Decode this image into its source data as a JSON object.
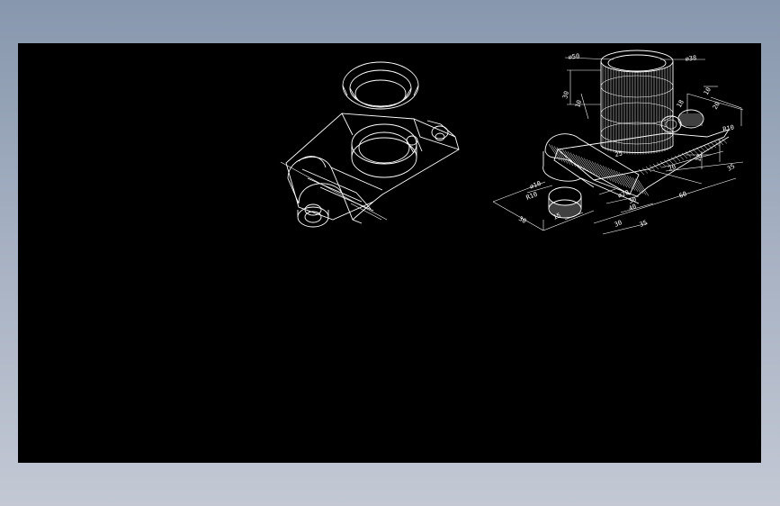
{
  "drawing": {
    "background": "#000000",
    "line_color": "#ffffff",
    "dimension_labels": [
      {
        "id": "d50",
        "text": "⌀50"
      },
      {
        "id": "d38",
        "text": "⌀38"
      },
      {
        "id": "d30v",
        "text": "30"
      },
      {
        "id": "d10a",
        "text": "10"
      },
      {
        "id": "d18",
        "text": "18"
      },
      {
        "id": "d25",
        "text": "25"
      },
      {
        "id": "d10b",
        "text": "10"
      },
      {
        "id": "dr10",
        "text": "R10"
      },
      {
        "id": "d20a",
        "text": "20"
      },
      {
        "id": "d35a",
        "text": "35"
      },
      {
        "id": "d20b",
        "text": "20"
      },
      {
        "id": "d18b",
        "text": "18"
      },
      {
        "id": "d60",
        "text": "60"
      },
      {
        "id": "d35b",
        "text": "35"
      },
      {
        "id": "d30h",
        "text": "30"
      },
      {
        "id": "dphi10a",
        "text": "⌀10"
      },
      {
        "id": "dr10b",
        "text": "R10"
      },
      {
        "id": "d30c",
        "text": "30"
      },
      {
        "id": "d15",
        "text": "15"
      },
      {
        "id": "dphi20",
        "text": "⌀20"
      },
      {
        "id": "d40",
        "text": "40"
      },
      {
        "id": "d30d",
        "text": "30"
      }
    ]
  }
}
